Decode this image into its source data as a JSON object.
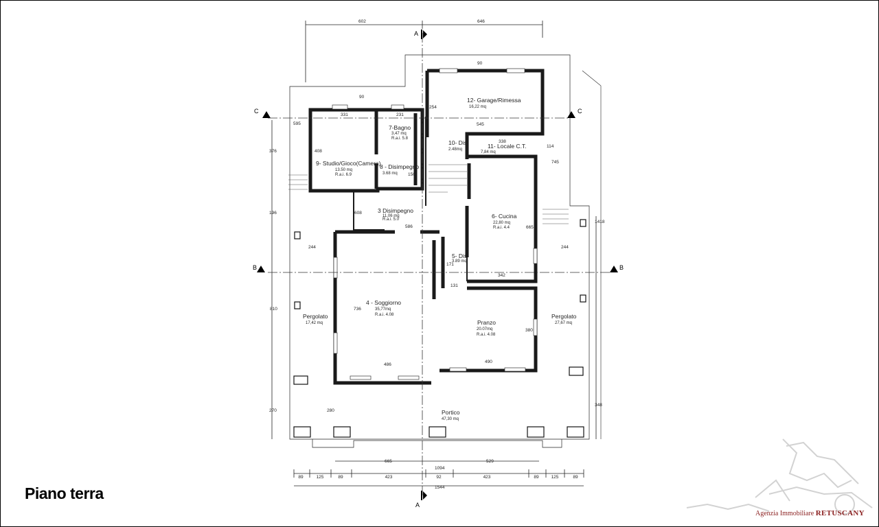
{
  "title": "Piano terra",
  "agency": {
    "prefix": "Agenzia Immobiliare",
    "name": "RETUSCANY"
  },
  "rooms": {
    "garage": {
      "name": "12- Garage/Rimessa",
      "area": "16,22 mq"
    },
    "bagno": {
      "name": "7-Bagno",
      "area": "3,47 mq",
      "rai": "R.a.i. 5.8"
    },
    "dis10": {
      "name": "10- Dis",
      "area": "2.48mq"
    },
    "locale": {
      "name": "11- Locale C.T.",
      "area": "7,84 mq"
    },
    "studio": {
      "name": "9- Studio/Gioco(Camera)",
      "area": "13.50 mq",
      "rai": "R.a.i. 6.9"
    },
    "disimp8": {
      "name": "8 - Disimpegno",
      "area": "3.68 mq"
    },
    "disimp3": {
      "name": "3 Disimpegno",
      "area": "11,06 mq",
      "rai": "R.a.i. 5.0"
    },
    "cucina": {
      "name": "6- Cucina",
      "area": "22,80 mq",
      "rai": "R.a.i. 4.4"
    },
    "dis5": {
      "name": "5- Dis",
      "area": "3.89 mq"
    },
    "soggiorno": {
      "name": "4 - Soggiorno",
      "area": "35,77mq",
      "rai": "R.a.i. 4.08"
    },
    "pranzo": {
      "name": "Pranzo",
      "area": "20.07mq",
      "rai": "R.a.i. 4.08"
    },
    "pergolato_l": {
      "name": "Pergolato",
      "area": "17,42 mq"
    },
    "pergolato_r": {
      "name": "Pergolato",
      "area": "27,67 mq"
    },
    "portico": {
      "name": "Portico",
      "area": "47,30 mq"
    }
  },
  "section_marks": {
    "a": "A",
    "b": "B",
    "c": "C"
  },
  "dims": {
    "top_left": "602",
    "top_right": "646",
    "d90a": "90",
    "d90b": "90",
    "d331": "331",
    "d231": "231",
    "d254": "254",
    "d545": "545",
    "d338": "338",
    "d595": "595",
    "d376": "376",
    "d408": "408",
    "d196": "196",
    "d608": "608",
    "d586": "586",
    "d244l": "244",
    "d244r": "244",
    "d745": "745",
    "d665v": "665",
    "d171": "171",
    "d342": "342",
    "d131": "131",
    "d736": "736",
    "d810": "810",
    "d380": "380",
    "d486": "486",
    "d490": "490",
    "d270": "270",
    "d280": "280",
    "d1418": "1418",
    "d348": "348",
    "d114": "114",
    "d150": "150",
    "d665": "665",
    "d529": "529",
    "d1094": "1094",
    "d1544": "1544",
    "bottom_chain": [
      "89",
      "125",
      "89",
      "423",
      "92",
      "423",
      "89",
      "125",
      "89"
    ]
  }
}
